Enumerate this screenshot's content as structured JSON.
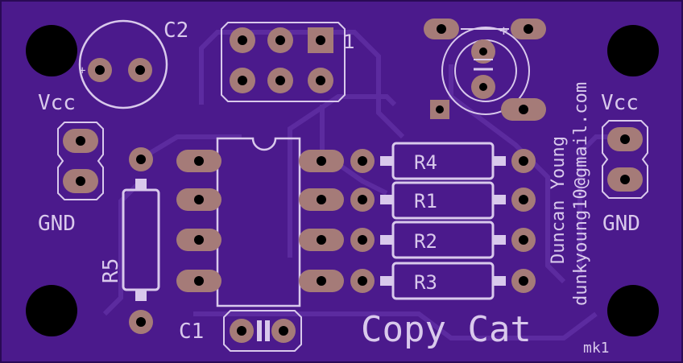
{
  "board": {
    "colors": {
      "pcb": "#4b1a8c",
      "border": "#2a0a55",
      "trace": "#6b3ab0",
      "silk": "#d9c9ec",
      "pad": "#a57b78",
      "hole": "#000000"
    }
  },
  "labels": {
    "c2": "C2",
    "c1": "C1",
    "j1": "1",
    "vcc_left": "Vcc",
    "gnd_left": "GND",
    "vcc_right": "Vcc",
    "gnd_right": "GND",
    "r4": "R4",
    "r1": "R1",
    "r2": "R2",
    "r3": "R3",
    "r5": "R5",
    "title": "Copy Cat",
    "version": "mk1",
    "author": "Duncan Young",
    "email": "dunkyoung10@gmail.com",
    "plus_c2": "+",
    "plus_top": "+"
  }
}
